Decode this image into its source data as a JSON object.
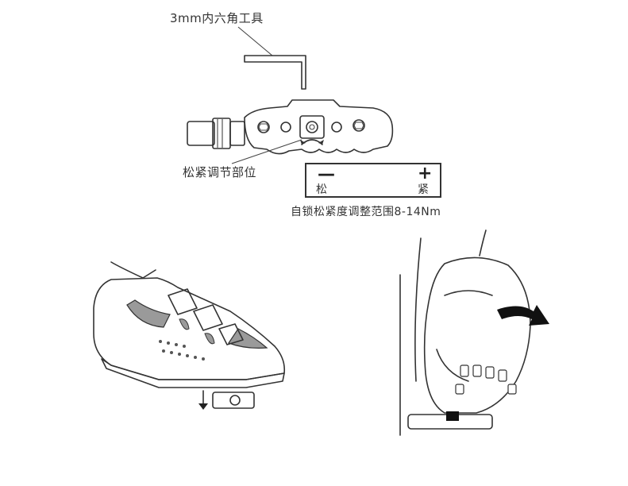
{
  "labels": {
    "tool": "3mm内六角工具",
    "adjust_position": "松紧调节部位",
    "range": "自锁松紧度调整范围8-14Nm"
  },
  "legend": {
    "minus_symbol": "—",
    "plus_symbol": "+",
    "loosen": "松",
    "tighten": "紧"
  },
  "colors": {
    "line": "#333333",
    "shoe_gray": "#9a9a9a",
    "arrow_black": "#111111"
  }
}
